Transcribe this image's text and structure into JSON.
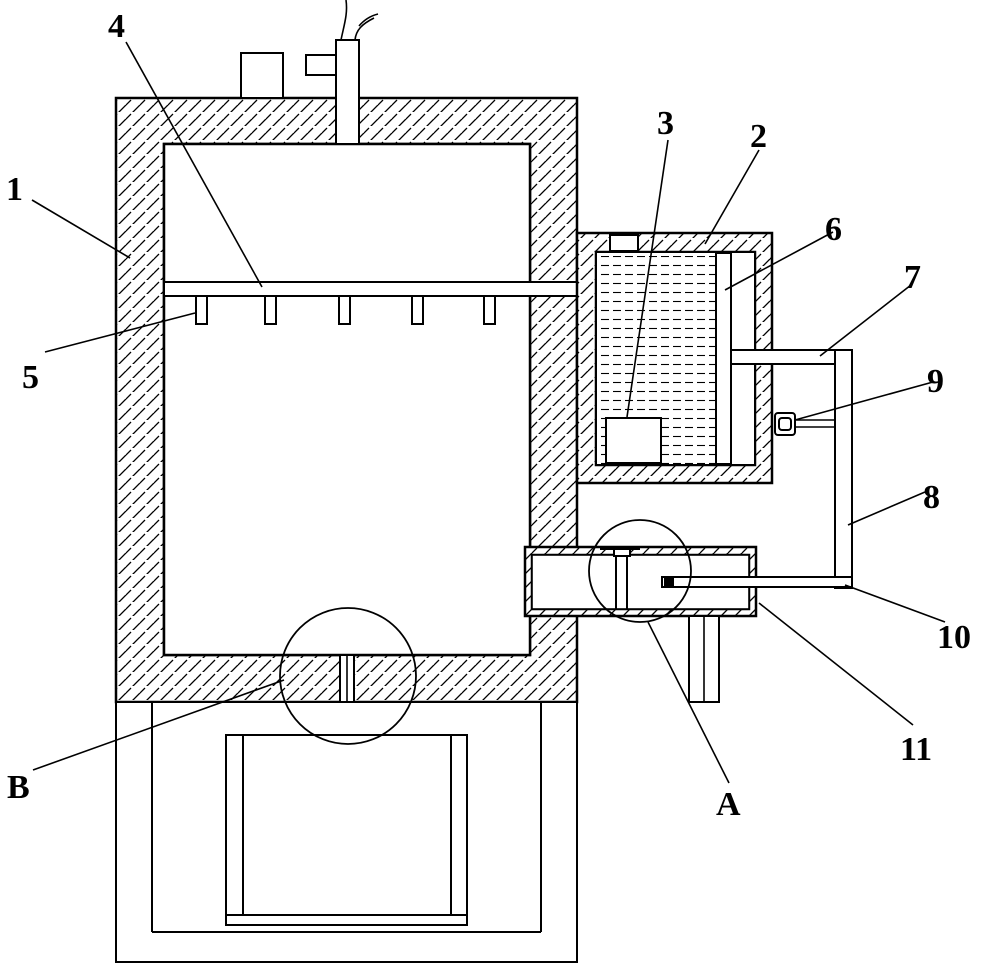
{
  "labels": {
    "l1": "1",
    "l2": "2",
    "l3": "3",
    "l4": "4",
    "l5": "5",
    "l6": "6",
    "l7": "7",
    "l8": "8",
    "l9": "9",
    "l10": "10",
    "l11": "11",
    "lA": "A",
    "lB": "B"
  }
}
